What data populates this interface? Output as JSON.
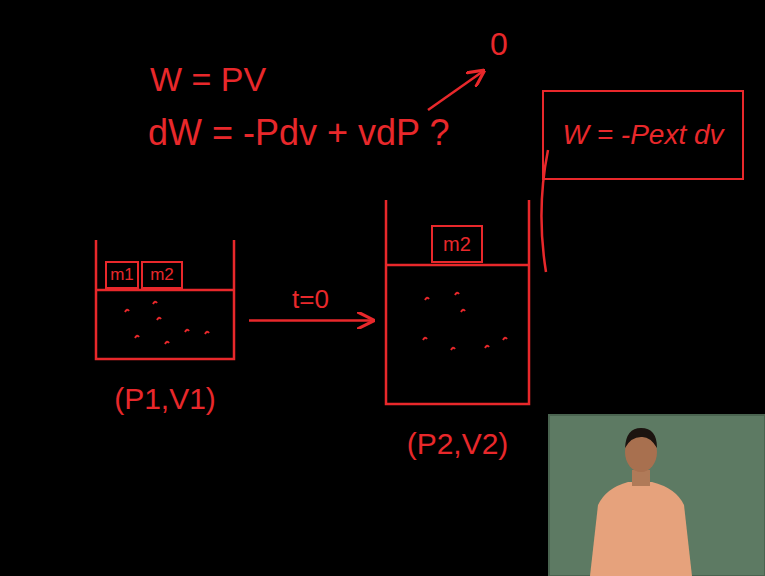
{
  "diagram": {
    "nodes": [
      {
        "text": [
          "W = -Pext dv"
        ]
      },
      {
        "text": [
          "(P1,V1)"
        ]
      },
      {
        "text": [
          "m1"
        ],
        "in": 1
      },
      {
        "text": [
          "m2"
        ],
        "in": 1
      },
      {
        "text": [
          "(P2,V2)"
        ]
      },
      {
        "text": [
          "m2"
        ],
        "in": 4
      }
    ],
    "edges": [
      {
        "from": 1,
        "to": 4,
        "label": "t=0",
        "arrow": "to"
      }
    ],
    "labels": [
      "W = PV",
      "dW = -Pdv + vdP ?",
      "0"
    ]
  }
}
